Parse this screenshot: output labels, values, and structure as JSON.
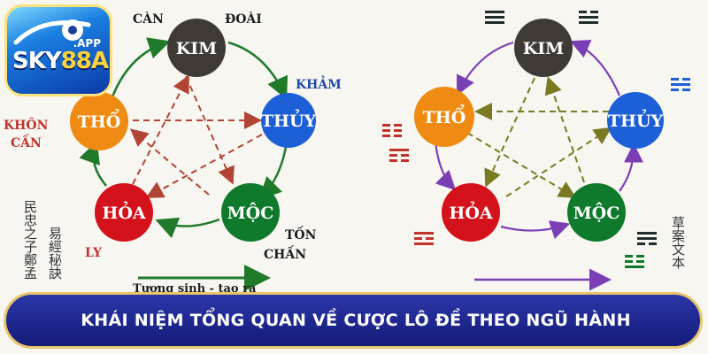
{
  "logo": {
    "brand_prefix": "SKY",
    "brand_number": "88A",
    "suffix": ".APP"
  },
  "left_diagram": {
    "elements": {
      "kim": "KIM",
      "thuy": "THỦY",
      "moc": "MỘC",
      "hoa": "HỎA",
      "tho": "THỔ"
    },
    "directions": {
      "can": "CÀN",
      "doai": "ĐOÀI",
      "kham": "KHẢM",
      "khon": "KHÔN",
      "can2": "CẤN",
      "ton": "TỐN",
      "chan": "CHẤN",
      "ly": "LY"
    },
    "side_text_1": "民忠之子鄭孟",
    "side_text_2": "易經秘訣",
    "legend_partial": "Tương sinh - tạo ra"
  },
  "right_diagram": {
    "elements": {
      "kim": "KIM",
      "thuy": "THỦY",
      "moc": "MỘC",
      "hoa": "HỎA",
      "tho": "THỔ"
    },
    "side_text": "草案文本"
  },
  "banner": {
    "title": "KHÁI NIỆM TỔNG QUAN VỀ CƯỢC LÔ ĐỀ THEO NGŨ HÀNH"
  },
  "colors": {
    "kim": "#3f3a36",
    "thuy": "#1d5fd6",
    "moc": "#0f7a2b",
    "hoa": "#d4121b",
    "tho": "#ef8b12",
    "left_cycle": "#1f7a2a",
    "left_star": "#b24436",
    "right_cycle": "#7a3fb5",
    "right_star": "#7a7a22",
    "banner": "#1b2190",
    "banner_border": "#e7c56a"
  }
}
